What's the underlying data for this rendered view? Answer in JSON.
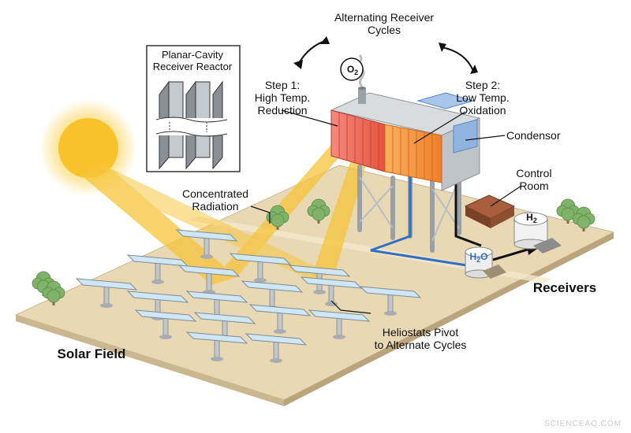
{
  "inset": {
    "title_line1": "Planar-Cavity",
    "title_line2": "Receiver Reactor"
  },
  "cycles": {
    "line1": "Alternating Receiver",
    "line2": "Cycles"
  },
  "step1": {
    "heading": "Step 1:",
    "line1": "High Temp.",
    "line2": "Reduction"
  },
  "step2": {
    "heading": "Step 2:",
    "line1": "Low Temp.",
    "line2": "Oxidation"
  },
  "labels": {
    "o2": "O",
    "o2_sub": "2",
    "h2": "H",
    "h2_sub": "2",
    "h2o_h": "H",
    "h2o_sub": "2",
    "h2o_o": "O",
    "condensor": "Condensor",
    "control_line1": "Control",
    "control_line2": "Room",
    "radiation_line1": "Concentrated",
    "radiation_line2": "Radiation",
    "receivers": "Receivers",
    "solar_field": "Solar Field",
    "heliostats_line1": "Heliostats Pivot",
    "heliostats_line2": "to Alternate Cycles"
  },
  "watermark": "SCIENCEAQ.COM",
  "colors": {
    "ground": "#e9d8b4",
    "ground_edge": "#cbb78f",
    "beam": "#f6c53a",
    "sun": "#f8c22a",
    "hot_receiver": "#ee6a5a",
    "cool_receiver": "#f5953a",
    "condensor": "#8fb4e0",
    "pipe": "#2f6fc7",
    "mirror": "#cfe7f5"
  }
}
